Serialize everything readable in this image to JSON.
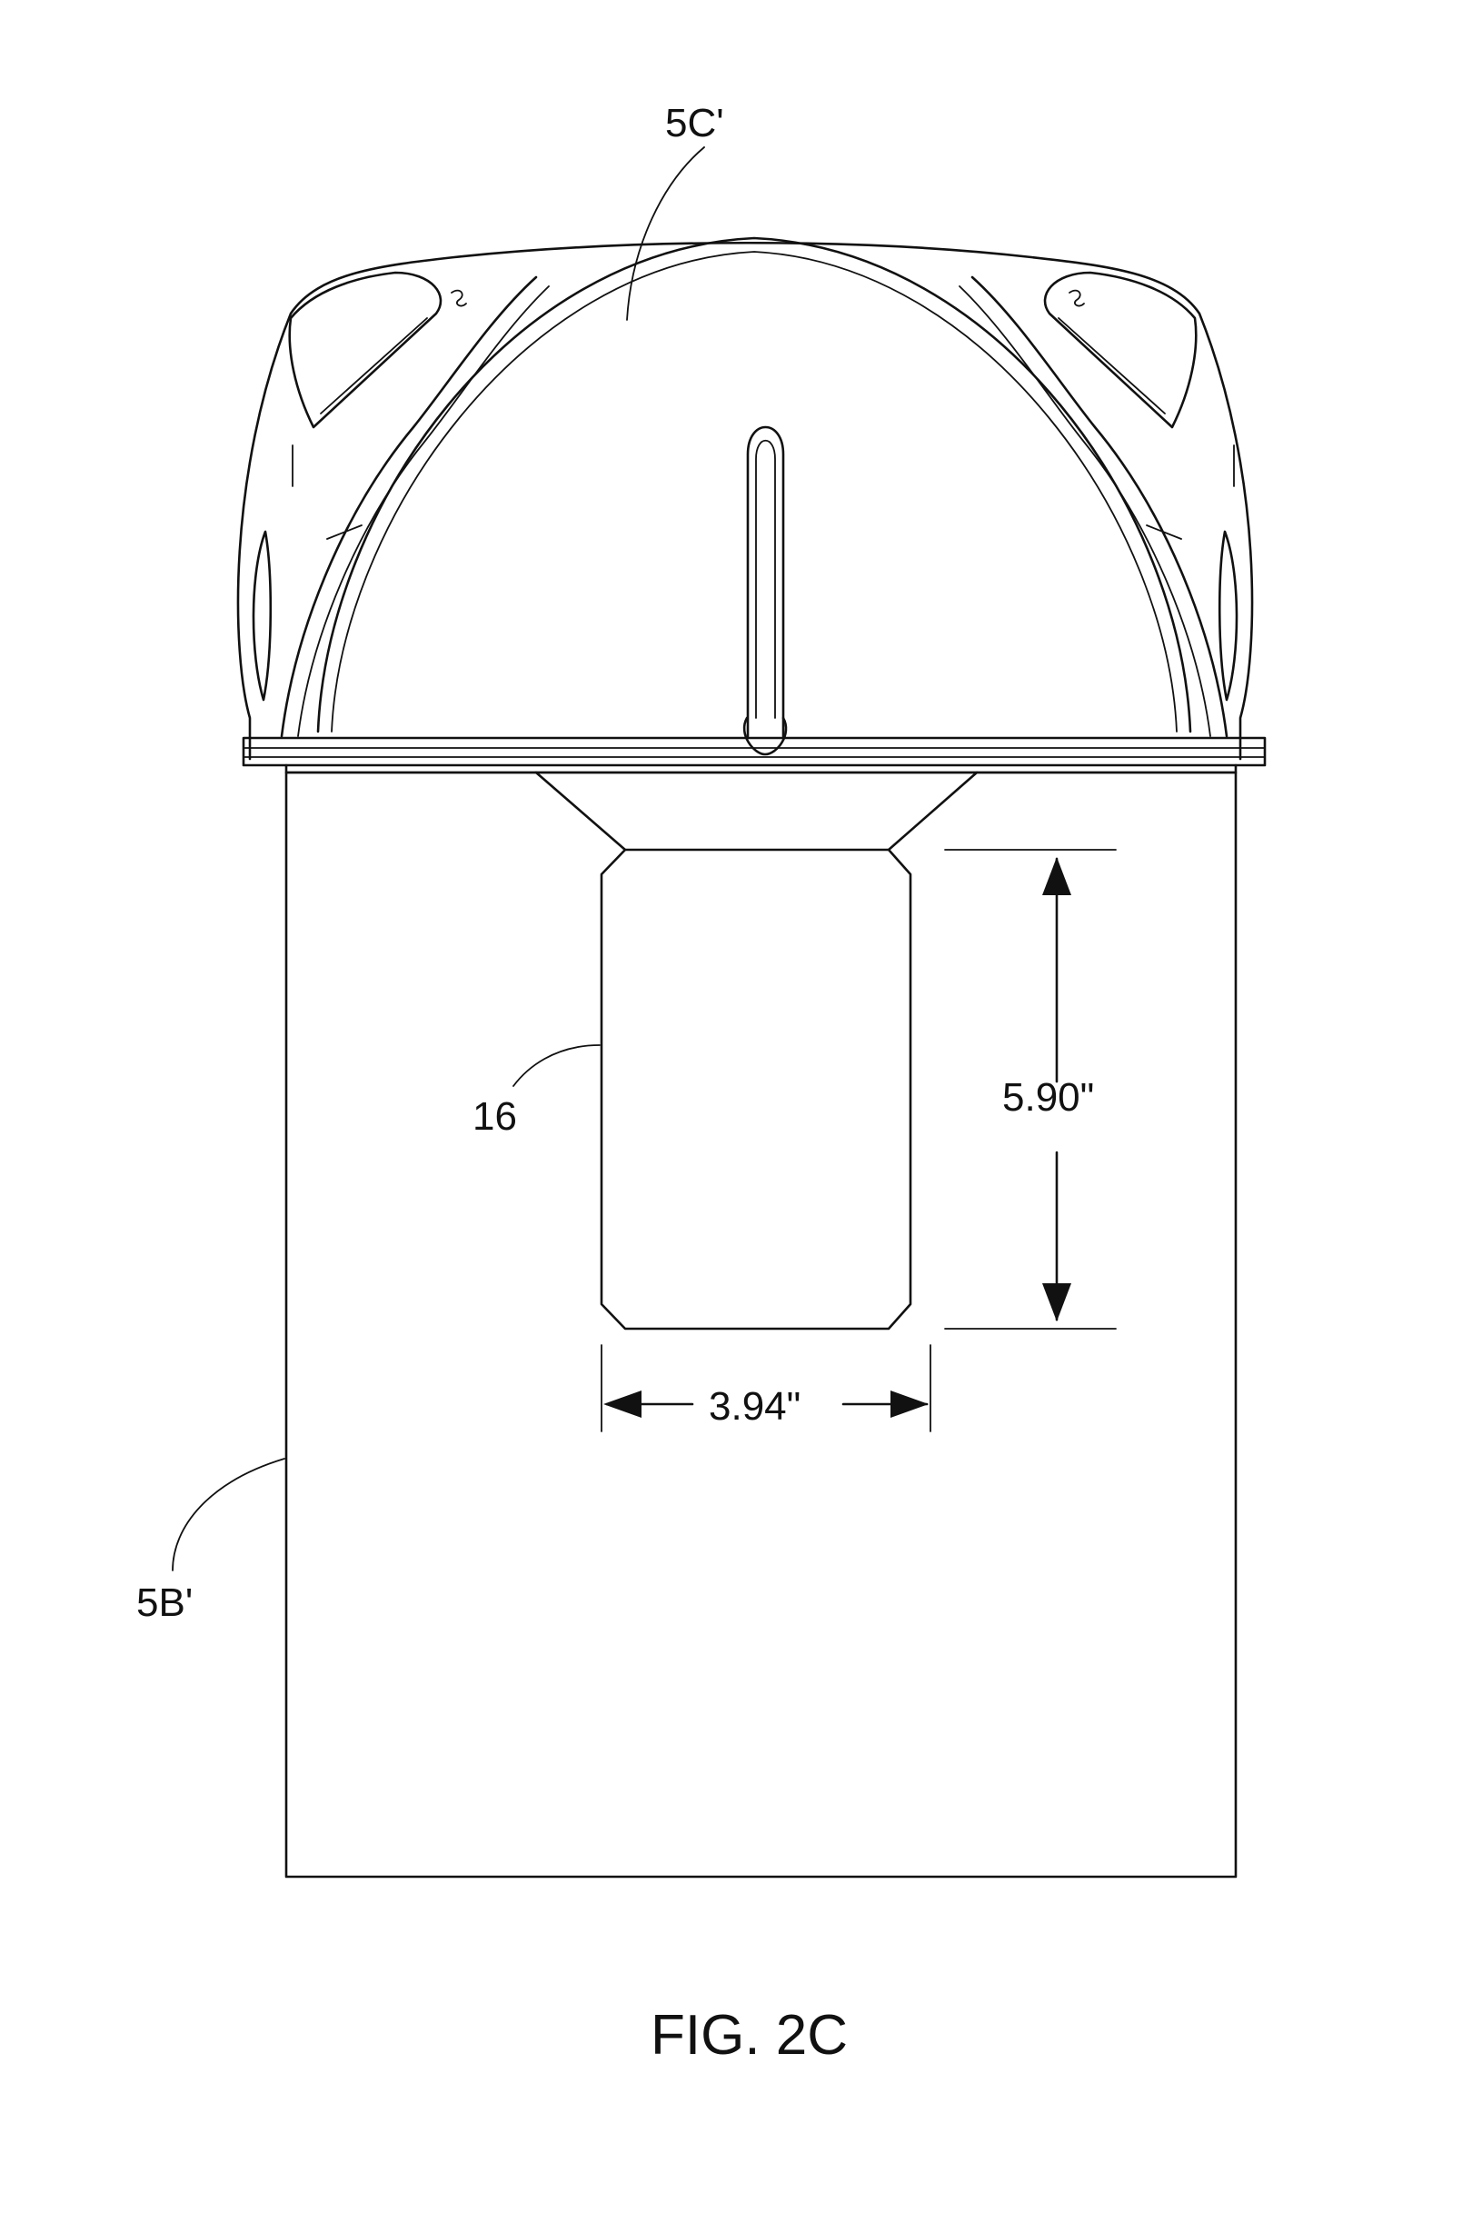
{
  "labels": {
    "lid": "5C'",
    "base": "5B'",
    "opening": "16",
    "height_dimension": "5.90\"",
    "width_dimension": "3.94\"",
    "figure": "FIG. 2C"
  },
  "colors": {
    "line": "#111111",
    "background": "#ffffff"
  }
}
